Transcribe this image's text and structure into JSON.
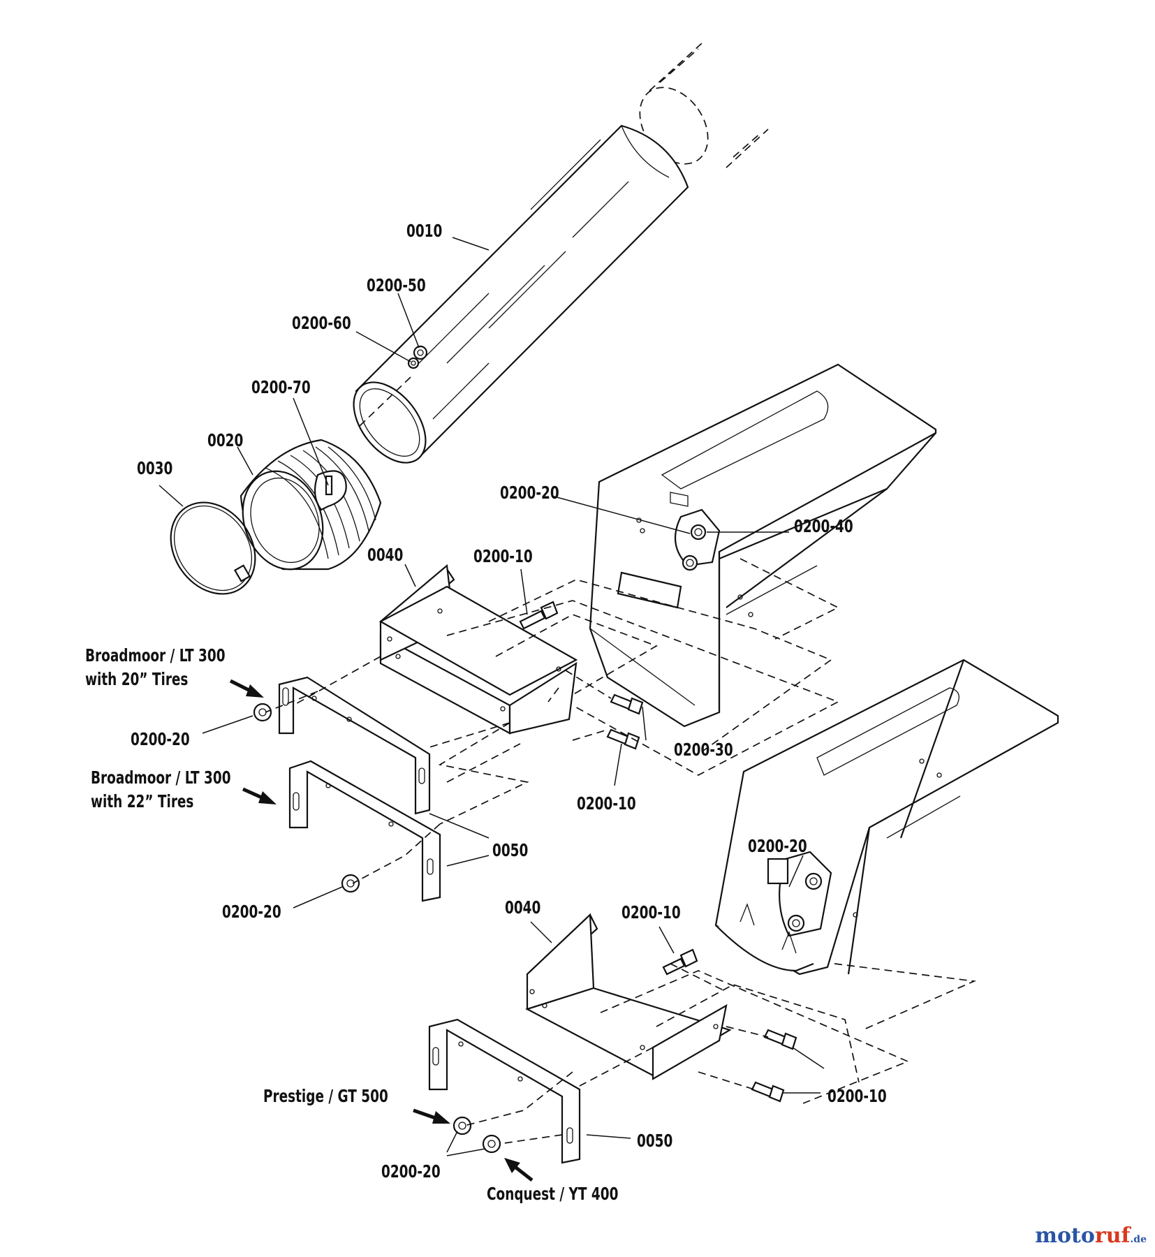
{
  "part_labels": {
    "p0010": "0010",
    "p0020": "0020",
    "p0030": "0030",
    "p0040_a": "0040",
    "p0040_b": "0040",
    "p0050_a": "0050",
    "p0050_b": "0050",
    "p0200_50": "0200-50",
    "p0200_60": "0200-60",
    "p0200_70": "0200-70",
    "p0200_20_a": "0200-20",
    "p0200_20_b": "0200-20",
    "p0200_20_c": "0200-20",
    "p0200_20_d": "0200-20",
    "p0200_20_e": "0200-20",
    "p0200_40": "0200-40",
    "p0200_10_a": "0200-10",
    "p0200_10_b": "0200-10",
    "p0200_10_c": "0200-10",
    "p0200_10_d": "0200-10",
    "p0200_30": "0200-30"
  },
  "model_callouts": {
    "broadmoor_20": [
      "Broadmoor / LT 300",
      "with 20” Tires"
    ],
    "broadmoor_22": [
      "Broadmoor / LT 300",
      "with 22” Tires"
    ],
    "prestige": "Prestige / GT 500",
    "conquest": "Conquest / YT 400"
  },
  "watermark": {
    "main": "moto",
    "accent": "ruf",
    "suffix": ".de"
  }
}
